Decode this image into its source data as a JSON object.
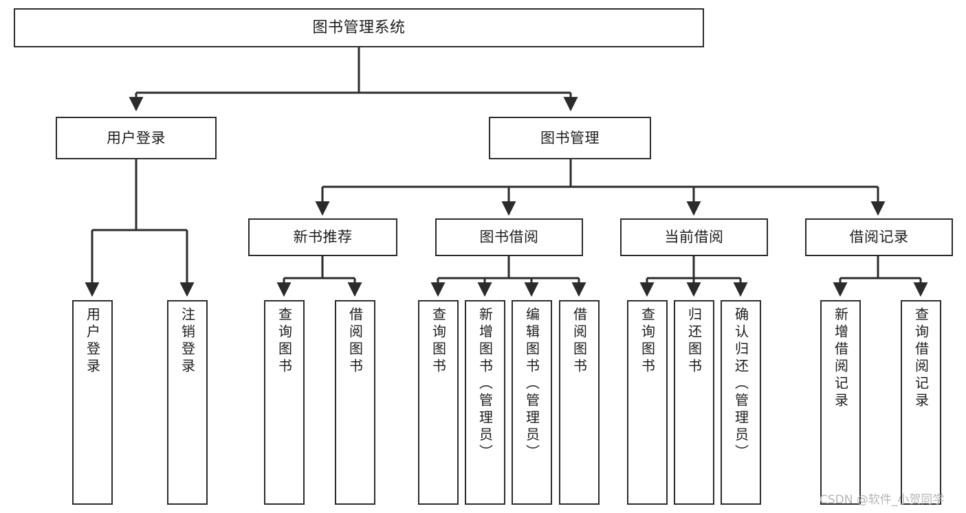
{
  "diagram": {
    "type": "tree-hierarchy",
    "title": "图书管理系统",
    "root": {
      "id": "root",
      "label": "图书管理系统"
    },
    "level1": [
      {
        "id": "user-login",
        "label": "用户登录"
      },
      {
        "id": "book-manage",
        "label": "图书管理"
      }
    ],
    "level2": [
      {
        "id": "new-book-rec",
        "label": "新书推荐",
        "parent": "book-manage"
      },
      {
        "id": "book-borrow",
        "label": "图书借阅",
        "parent": "book-manage"
      },
      {
        "id": "current-borrow",
        "label": "当前借阅",
        "parent": "book-manage"
      },
      {
        "id": "borrow-record",
        "label": "借阅记录",
        "parent": "book-manage"
      }
    ],
    "leaves": [
      {
        "id": "leaf-user-login",
        "label": "用户登录",
        "parent": "user-login"
      },
      {
        "id": "leaf-user-logout",
        "label": "注销登录",
        "parent": "user-login"
      },
      {
        "id": "leaf-query-book-1",
        "label": "查询图书",
        "parent": "new-book-rec"
      },
      {
        "id": "leaf-borrow-book-1",
        "label": "借阅图书",
        "parent": "new-book-rec"
      },
      {
        "id": "leaf-query-book-2",
        "label": "查询图书",
        "parent": "book-borrow"
      },
      {
        "id": "leaf-add-book",
        "label": "新增图书（管理员）",
        "parent": "book-borrow"
      },
      {
        "id": "leaf-edit-book",
        "label": "编辑图书（管理员）",
        "parent": "book-borrow"
      },
      {
        "id": "leaf-borrow-book-2",
        "label": "借阅图书",
        "parent": "book-borrow"
      },
      {
        "id": "leaf-query-book-3",
        "label": "查询图书",
        "parent": "current-borrow"
      },
      {
        "id": "leaf-return-book",
        "label": "归还图书",
        "parent": "current-borrow"
      },
      {
        "id": "leaf-confirm-return",
        "label": "确认归还（管理员）",
        "parent": "current-borrow"
      },
      {
        "id": "leaf-add-record",
        "label": "新增借阅记录",
        "parent": "borrow-record"
      },
      {
        "id": "leaf-query-record",
        "label": "查询借阅记录",
        "parent": "borrow-record"
      }
    ],
    "watermark": "CSDN @软件_小贺同学",
    "colors": {
      "stroke": "#2b2b2b",
      "fill": "#ffffff",
      "text": "#1c1c1c",
      "watermark": "#b4b4b4"
    }
  }
}
